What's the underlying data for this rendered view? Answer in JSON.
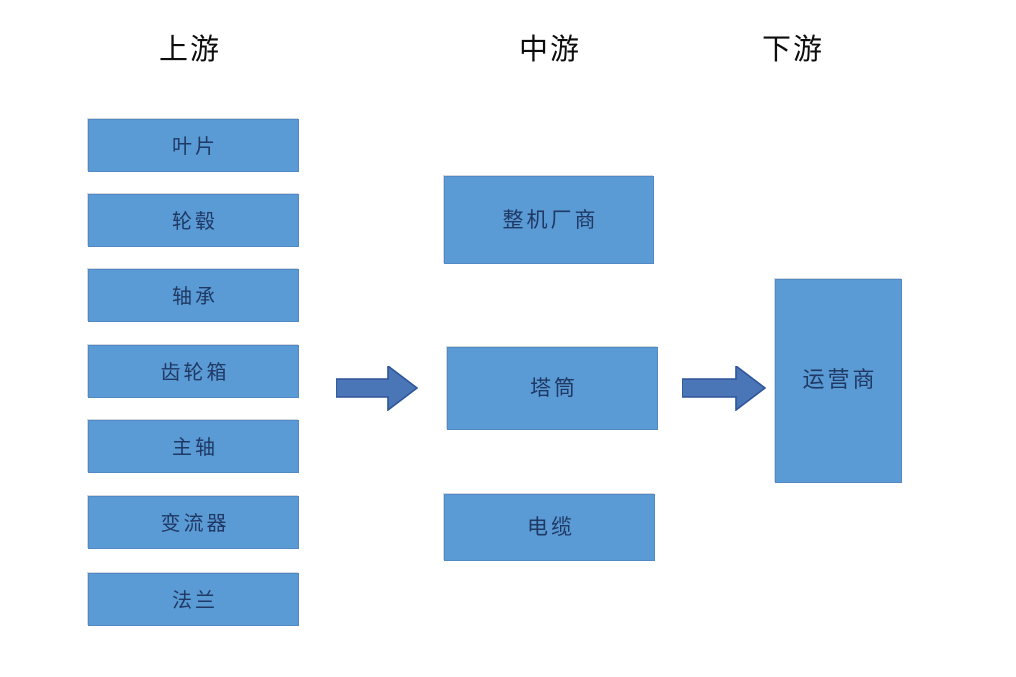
{
  "diagram": {
    "type": "industry-chain-flow",
    "title": "",
    "background_color": "#FFFFFF",
    "node_fill_color": "#5B9BD5",
    "node_border_color": "#5089C6",
    "node_text_color": "#1F3864",
    "arrow_fill_color": "#4A76B8",
    "arrow_border_color": "#2E5598",
    "header_text_color": "#0D0D0D"
  },
  "columns": [
    {
      "id": "upstream",
      "header": "上游"
    },
    {
      "id": "midstream",
      "header": "中游"
    },
    {
      "id": "downstream",
      "header": "下游"
    }
  ],
  "upstream_nodes": [
    {
      "label": "叶片"
    },
    {
      "label": "轮毂"
    },
    {
      "label": "轴承"
    },
    {
      "label": "齿轮箱"
    },
    {
      "label": "主轴"
    },
    {
      "label": "变流器"
    },
    {
      "label": "法兰"
    }
  ],
  "midstream_nodes": [
    {
      "label": "整机厂商"
    },
    {
      "label": "塔筒"
    },
    {
      "label": "电缆"
    }
  ],
  "downstream_nodes": [
    {
      "label": "运营商"
    }
  ],
  "arrows": [
    {
      "id": "arrow-upstream-to-midstream",
      "from": "upstream",
      "to": "midstream",
      "direction": "right"
    },
    {
      "id": "arrow-midstream-to-downstream",
      "from": "midstream",
      "to": "downstream",
      "direction": "right"
    }
  ]
}
